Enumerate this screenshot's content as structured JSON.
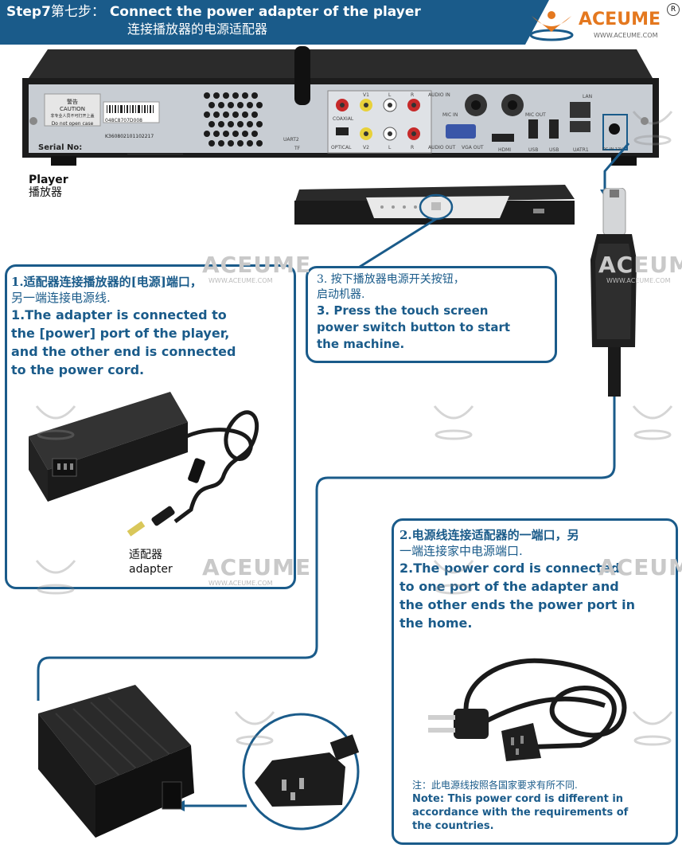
{
  "header": {
    "step_label": "Step7",
    "step_zh": "第七步：",
    "title_en": "Connect the power adapter of the player",
    "title_zh": "连接播放器的电源适配器"
  },
  "logo": {
    "brand": "ACEUME",
    "registered": "R",
    "url": "WWW.ACEUME.COM"
  },
  "watermark": {
    "text": "ACEUME",
    "url": "WWW.ACEUME.COM"
  },
  "player_panel": {
    "label_en": "Player",
    "label_zh": "播放器",
    "serial_label": "Serial No:",
    "warning_zh": "警告",
    "caution": "CAUTION",
    "caution_zh": "非专业人员不可打开上盖",
    "do_not_open": "Do not open case",
    "barcode_1": "048C8707D008",
    "barcode_2": "K360802101102217",
    "ports": {
      "uart2": "UART2",
      "tf": "TF",
      "coaxial": "COAXIAL",
      "optical": "OPTICAL",
      "v1": "V1",
      "v2": "V2",
      "l1": "L",
      "r1": "R",
      "l2": "L",
      "r2": "R",
      "audio_in": "AUDIO IN",
      "audio_out": "AUDIO OUT",
      "mic_in": "MIC IN",
      "vga_out": "VGA OUT",
      "hdmi": "HDMI",
      "mic_out": "MIC OUT",
      "usb1": "USB",
      "usb2": "USB",
      "lan": "LAN",
      "uatr1": "UATR1",
      "dc_in": "DC IN 12V"
    }
  },
  "step1": {
    "zh_line1": "1.适配器连接播放器的[电源]端口，",
    "zh_line2": "另一端连接电源线.",
    "en_line1": "1.The adapter is connected to",
    "en_line2": "the [power] port of the player,",
    "en_line3": "and the other end is connected",
    "en_line4": "to the power cord.",
    "adapter_zh": "适配器",
    "adapter_en": "adapter"
  },
  "step3": {
    "zh_line1": "3. 按下播放器电源开关按钮，",
    "zh_line2": "启动机器.",
    "en_line1": "3. Press the touch screen",
    "en_line2": "power switch button to start",
    "en_line3": "the machine."
  },
  "step2": {
    "zh_line1": "2.电源线连接适配器的一端口，另",
    "zh_line2": "一端连接家中电源端口.",
    "en_line1": "2.The power cord is connected",
    "en_line2": "to one port of the adapter and",
    "en_line3": "the other ends the power port in",
    "en_line4": "the home.",
    "note_zh": "注：此电源线按照各国家要求有所不同.",
    "note_en_line1": "Note: This power cord is different in",
    "note_en_line2": "accordance with the requirements of",
    "note_en_line3": "the countries."
  },
  "colors": {
    "accent": "#1a5b8a",
    "brand_orange": "#e4781f",
    "device_black": "#1c1c1c",
    "panel_silver": "#c8cdd3"
  }
}
